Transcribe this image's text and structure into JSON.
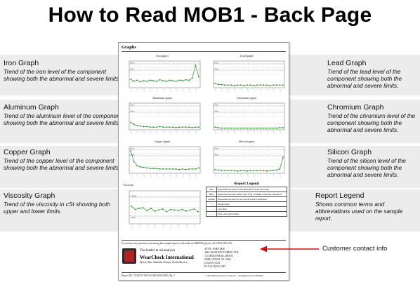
{
  "title": "How to Read MOB1 - Back Page",
  "left_items": [
    {
      "heading": "Iron Graph",
      "desc": "Trend of the iron level of the component showing both the abnormal and severe limits."
    },
    {
      "heading": "Aluminum Graph",
      "desc": "Trend of the aluminum level of the component showing both the abnormal and severe limits."
    },
    {
      "heading": "Copper Graph",
      "desc": "Trend of the copper level of the component showing both the abnormal and severe limits."
    },
    {
      "heading": "Viscosity Graph",
      "desc": "Trend of the viscosity in cSt showing both upper and lower limits."
    }
  ],
  "right_items": [
    {
      "heading": "Lead Graph",
      "desc": "Trend of the lead level of the component showing both the abnormal and severe limits."
    },
    {
      "heading": "Chromium Graph",
      "desc": "Trend of the chromium level of the component showing both the abnormal and severe limits."
    },
    {
      "heading": "Silicon Graph",
      "desc": "Trend of the silicon level of the component showing both the abnormal and severe limits."
    },
    {
      "heading": "Report Legend",
      "desc": "Shows common terms and abbreviations used on the sample report."
    }
  ],
  "callout": "Customer contact info",
  "colors": {
    "band": "#ececec",
    "line": "#2e8b2e",
    "marker": "#2e8b2e",
    "arrow": "#d01010"
  },
  "doc": {
    "header": "Graphs",
    "graphs": [
      {
        "id": "iron",
        "title": "Iron (ppm)",
        "sev": "Sev",
        "abn": "Abn",
        "values": [
          16,
          12,
          14,
          11,
          13,
          12,
          14,
          13,
          12,
          15,
          13,
          12,
          14,
          13,
          12,
          14,
          13,
          15,
          14,
          18,
          42,
          20
        ]
      },
      {
        "id": "lead",
        "title": "Lead (ppm)",
        "sev": "Sev",
        "abn": "Abn",
        "values": [
          8,
          6,
          6,
          5,
          5,
          5,
          4,
          5,
          5,
          4,
          5,
          5,
          4,
          5,
          5,
          5,
          5,
          4,
          5,
          5,
          5,
          5
        ]
      },
      {
        "id": "aluminum",
        "title": "Aluminum (ppm)",
        "sev": "Sev",
        "abn": "Abn",
        "values": [
          14,
          10,
          8,
          7,
          6,
          6,
          5,
          5,
          5,
          6,
          5,
          5,
          5,
          5,
          4,
          5,
          5,
          5,
          5,
          4,
          5,
          5
        ]
      },
      {
        "id": "chromium",
        "title": "Chromium (ppm)",
        "sev": "Sev",
        "abn": "Abn",
        "values": [
          5,
          4,
          3,
          3,
          3,
          3,
          3,
          3,
          3,
          3,
          3,
          3,
          3,
          3,
          3,
          3,
          3,
          3,
          3,
          3,
          4,
          4
        ]
      },
      {
        "id": "copper",
        "title": "Copper (ppm)",
        "sev": "Sev",
        "abn": "Abn",
        "values": [
          42,
          22,
          14,
          12,
          11,
          10,
          9,
          9,
          9,
          8,
          8,
          8,
          8,
          8,
          8,
          7,
          8,
          7,
          8,
          8,
          8,
          10
        ]
      },
      {
        "id": "silicon",
        "title": "Silicon (ppm)",
        "sev": "Sev",
        "abn": "Abn",
        "values": [
          7,
          6,
          5,
          5,
          5,
          5,
          5,
          4,
          5,
          5,
          4,
          5,
          5,
          5,
          5,
          5,
          4,
          5,
          5,
          6,
          8,
          30
        ]
      }
    ],
    "viscosity": {
      "title": "Viscosity",
      "upper": "+20%",
      "lower": "-20%",
      "values": [
        14.2,
        13.6,
        13.8,
        13.9,
        13.4,
        13.8,
        13.3,
        13.5,
        13.7,
        13.2,
        13.6,
        13.5,
        13.4,
        13.6,
        13.3,
        13.5,
        13.7,
        13.2
      ]
    },
    "legend": {
      "title": "Report Legend",
      "rows": [
        {
          "k": "Abn",
          "v": "Represents the ground abnormal limit for the test result"
        },
        {
          "k": "Base",
          "v": "Represents the base result value from a sample of the new unused oil"
        },
        {
          "k": "Current",
          "v": "Represents the date for the current result is indicated"
        },
        {
          "k": "+",
          "v": "Greater than"
        },
        {
          "k": "-",
          "v": "Less than"
        },
        {
          "k": "---",
          "v": "Data value unavailable"
        }
      ]
    },
    "question_line": "If you have any questions concerning this sample report (work order no 0000003) please call 1-800-268-2131",
    "tagline": "The leader in oil analysis",
    "brand": "WearCheck International",
    "regions": "Africa, Asia, Australia, Europe, North America",
    "address": [
      "ATTN: JOHN DOE",
      "ABC MANUFACTURING LTD.",
      "123 INDUSTRIAL DRIVE",
      "SHELLTOWN, NJ 14021",
      "(212)555-1234",
      "FAX (212)555-2345"
    ],
    "report_line": "Report ID: CUSANY [WCALAB] 0012345(6)   Pg. 2",
    "copyright": "© 1999-2008 WearCheck Canada Inc. - All Rights Reserved 0000000"
  }
}
